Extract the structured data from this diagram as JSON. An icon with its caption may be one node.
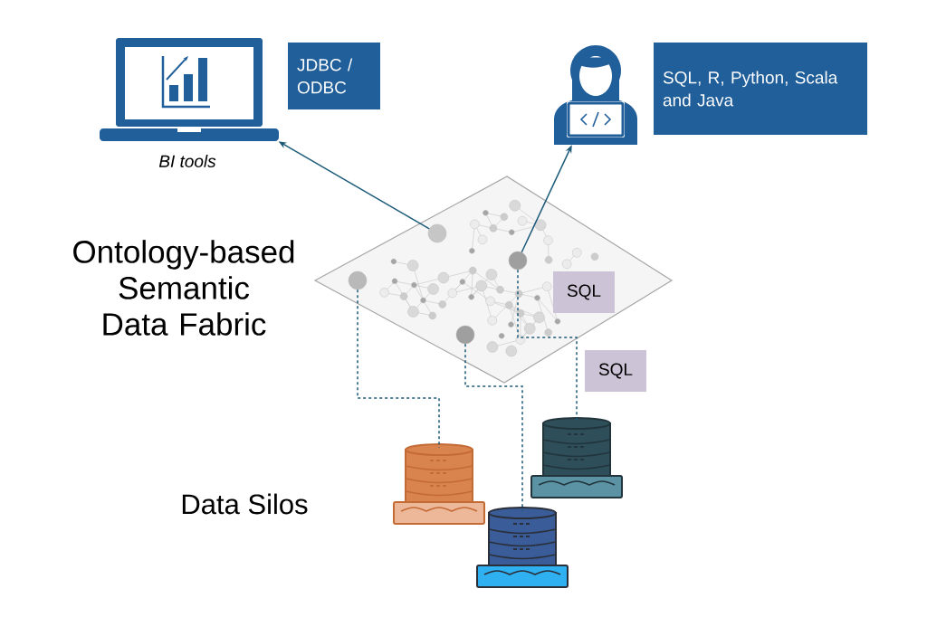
{
  "diagram": {
    "nodes": [
      {
        "text": [],
        "shape": "picture",
        "beside": [
          "BI tools"
        ]
      },
      {
        "text": [
          "JDBC / ODBC"
        ]
      },
      {
        "text": [],
        "shape": "person"
      },
      {
        "text": [
          "SQL, R, Python, Scala and Java"
        ]
      },
      {
        "text": [
          "Ontology-based Semantic Data Fabric"
        ]
      },
      {
        "text": [],
        "shape": "circle",
        "in": 4
      },
      {
        "text": [],
        "shape": "circle",
        "in": 4
      },
      {
        "text": [],
        "shape": "circle",
        "in": 4
      },
      {
        "text": [],
        "shape": "circle",
        "in": 4
      },
      {
        "text": [
          "SQL"
        ],
        "in": 4
      },
      {
        "text": [
          "SQL"
        ]
      },
      {
        "text": [],
        "shape": "cylinder"
      },
      {
        "text": [],
        "shape": "cylinder"
      },
      {
        "text": [],
        "shape": "cylinder"
      }
    ],
    "edges": [
      {
        "from": 5,
        "to": 0,
        "arrow": "to"
      },
      {
        "from": 6,
        "to": 2,
        "arrow": "to"
      },
      {
        "from": 7,
        "to": 11,
        "arrow": "none",
        "style": "dashed"
      },
      {
        "from": 8,
        "to": 12,
        "arrow": "none",
        "style": "dashed"
      },
      {
        "from": 6,
        "to": 13,
        "arrow": "none",
        "style": "dashed"
      }
    ],
    "labels": [
      "Data Silos"
    ]
  }
}
